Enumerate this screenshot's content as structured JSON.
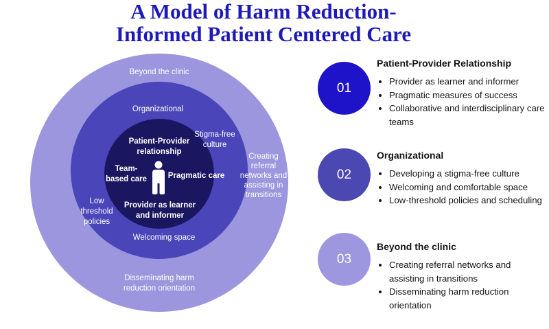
{
  "title": {
    "line1": "A Model of Harm Reduction-",
    "line2": "Informed Patient Centered Care"
  },
  "colors": {
    "title": "#1d1ab8",
    "outer_ring": "#9b96dd",
    "middle_ring": "#4a45b8",
    "inner_core": "#1a1660",
    "badge_01": "#1e13c9",
    "badge_02": "#4c48b2",
    "badge_03": "#9d97df"
  },
  "diagram": {
    "outer": {
      "top": "Beyond the clinic",
      "right": [
        "Creating",
        "referral",
        "networks and",
        "assisting in",
        "transitions"
      ],
      "bottom": [
        "Disseminating harm",
        "reduction orientation"
      ]
    },
    "middle": {
      "top": "Organizational",
      "right": [
        "Stigma-free",
        "culture"
      ],
      "left": [
        "Low",
        "threshold",
        "policies"
      ],
      "bottom": "Welcoming space"
    },
    "core": {
      "top": [
        "Patient-Provider",
        "relationship"
      ],
      "left": [
        "Team-",
        "based care"
      ],
      "right": "Pragmatic care",
      "bottom": [
        "Provider as learner",
        "and informer"
      ],
      "icon": "person-icon"
    }
  },
  "sections": [
    {
      "number": "01",
      "title": "Patient-Provider Relationship",
      "items": [
        "Provider as learner and informer",
        "Pragmatic measures of success",
        "Collaborative and interdisciplinary care teams"
      ]
    },
    {
      "number": "02",
      "title": "Organizational",
      "items": [
        "Developing a stigma-free culture",
        "Welcoming and comfortable space",
        "Low-threshold policies and scheduling"
      ]
    },
    {
      "number": "03",
      "title": "Beyond the clinic",
      "items": [
        "Creating referral networks and assisting in transitions",
        "Disseminating harm reduction orientation"
      ]
    }
  ]
}
